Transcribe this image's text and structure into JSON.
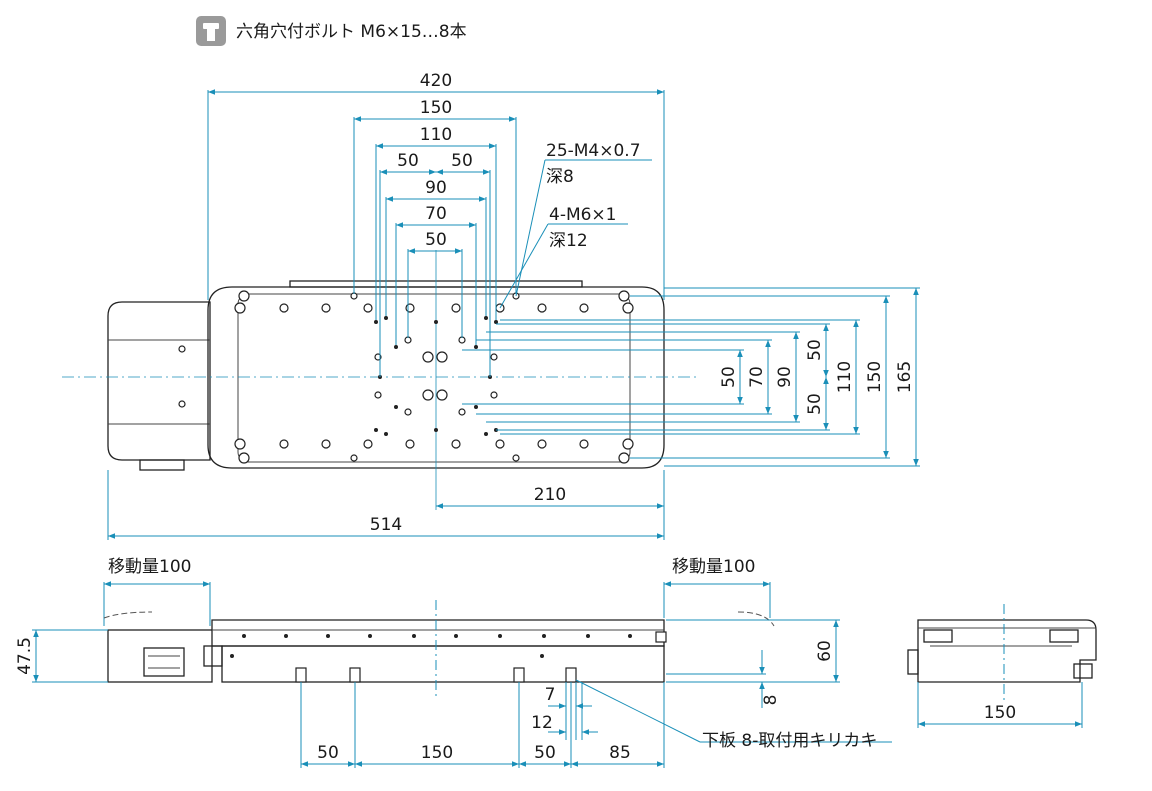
{
  "legend": {
    "icon": "hex-bolt-icon",
    "text": "六角穴付ボルト M6×15…8本"
  },
  "top_view": {
    "dims_h": {
      "d420": "420",
      "d150": "150",
      "d110": "110",
      "d50_left": "50",
      "d50_right": "50",
      "d90": "90",
      "d70": "70",
      "d50_inner": "50",
      "d210": "210",
      "d514": "514"
    },
    "dims_v": {
      "v50a": "50",
      "v70": "70",
      "v90": "90",
      "v50b": "50",
      "v50c": "50",
      "v110": "110",
      "v150": "150",
      "v165": "165"
    },
    "callouts": {
      "tapped_line1": "25-M4×0.7",
      "tapped_line2": "深8",
      "bolt_line1": "4-M6×1",
      "bolt_line2": "深12"
    }
  },
  "side_view": {
    "travel_left": "移動量100",
    "travel_right": "移動量100",
    "height_total": "47.5",
    "height_60": "60",
    "height_8": "8",
    "bottom_dims": {
      "b50_left": "50",
      "b150": "150",
      "b50_right": "50",
      "b85": "85",
      "b7": "7",
      "b12": "12"
    },
    "callout": "下板 8-取付用キリカキ"
  },
  "end_view": {
    "width": "150"
  },
  "colors": {
    "dimension_line": "#1a8fb8",
    "outline": "#222222"
  }
}
